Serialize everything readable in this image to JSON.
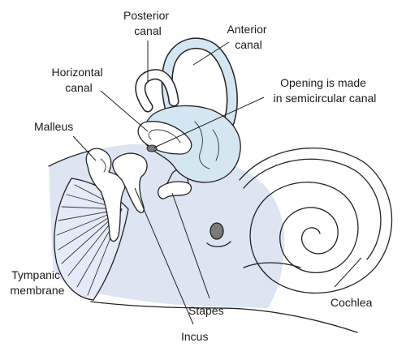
{
  "labels": {
    "posterior_canal": [
      "Posterior",
      "canal"
    ],
    "anterior_canal": [
      "Anterior",
      "canal"
    ],
    "horizontal_canal": [
      "Horizontal",
      "canal"
    ],
    "opening": [
      "Opening is made",
      "in semicircular canal"
    ],
    "malleus": "Malleus",
    "tympanic_membrane": [
      "Tympanic",
      "membrane"
    ],
    "stapes": "Stapes",
    "incus": "Incus",
    "cochlea": "Cochlea"
  },
  "colors": {
    "membrane_fill": "#dde5f3",
    "canal_fill": "#d4e6f2",
    "ink": "#222222",
    "window_fill": "#7a7a7a"
  }
}
